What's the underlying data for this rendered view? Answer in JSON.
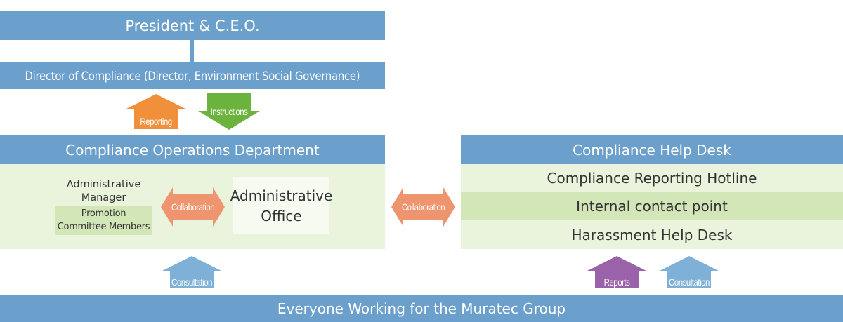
{
  "president": "President & C.E.O.",
  "director": "Director of Compliance (Director, Environment Social Governance)",
  "arrows": {
    "reporting": "Reporting",
    "instructions": "Instructions",
    "collaboration_inner": "Collaboration",
    "collaboration_outer": "Collaboration",
    "consultation_left": "Consultation",
    "reports": "Reports",
    "consultation_right": "Consultation"
  },
  "operations": {
    "title": "Compliance Operations Department",
    "manager_line1": "Administrative",
    "manager_line2": "Manager",
    "members_line1": "Promotion",
    "members_line2": "Committee Members",
    "office_line1": "Administrative",
    "office_line2": "Office"
  },
  "helpdesk": {
    "title": "Compliance Help Desk",
    "items": [
      "Compliance Reporting Hotline",
      "Internal contact point",
      "Harassment Help Desk"
    ]
  },
  "bottom": "Everyone Working for the Muratec Group",
  "colors": {
    "bar_blue": "#6b9fcc",
    "panel_green": "#eaf3dc",
    "row_green": "#d3e6b8",
    "reporting_orange": "#f0903a",
    "instructions_green": "#6cb33e",
    "collaboration_salmon": "#ee9570",
    "consultation_blue": "#7fb0d8",
    "reports_purple": "#9a62a8"
  }
}
